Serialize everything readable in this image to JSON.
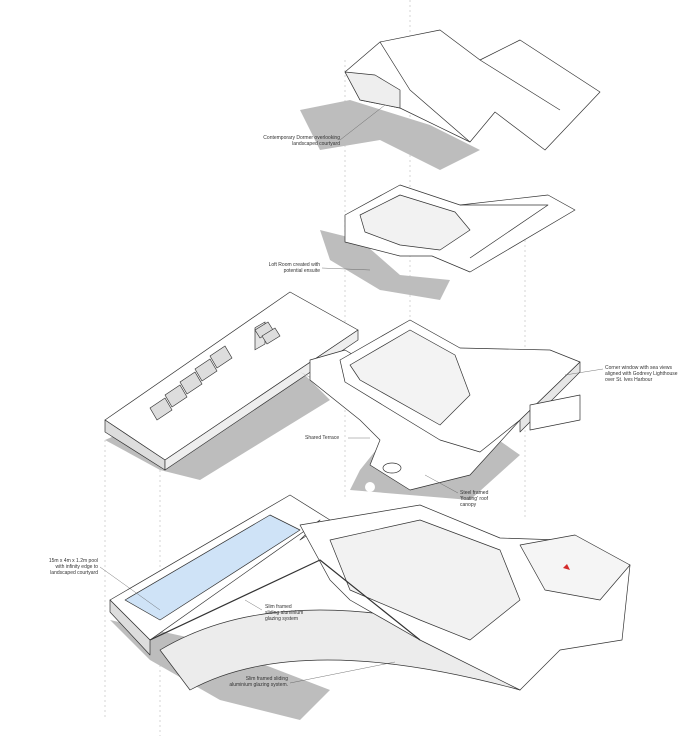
{
  "colors": {
    "shadow": "#b8b8b8",
    "pool": "#cfe3f7",
    "line": "#333333",
    "accent": "#d42a2a"
  },
  "annotations": [
    {
      "id": "dormer",
      "text": "Contemporary Dormer overlooking\nlandscaped courtyard"
    },
    {
      "id": "loft",
      "text": "Loft Room created with\npotential ensuite"
    },
    {
      "id": "corner-window",
      "text": "Corner window with sea views\naligned with Godrevy Lighthouse\nover St. Ives Harbour"
    },
    {
      "id": "terrace",
      "text": "Shared Terrace"
    },
    {
      "id": "canopy",
      "text": "Steel framed\n'floating' roof\ncanopy"
    },
    {
      "id": "pool",
      "text": "15m x 4m x 1.2m pool\nwith infinity edge to\nlandscaped courtyard"
    },
    {
      "id": "glazing-1",
      "text": "Slim framed\nsliding aluminium\nglazing system"
    },
    {
      "id": "glazing-2",
      "text": "Slim framed sliding\naluminium glazing system."
    }
  ]
}
